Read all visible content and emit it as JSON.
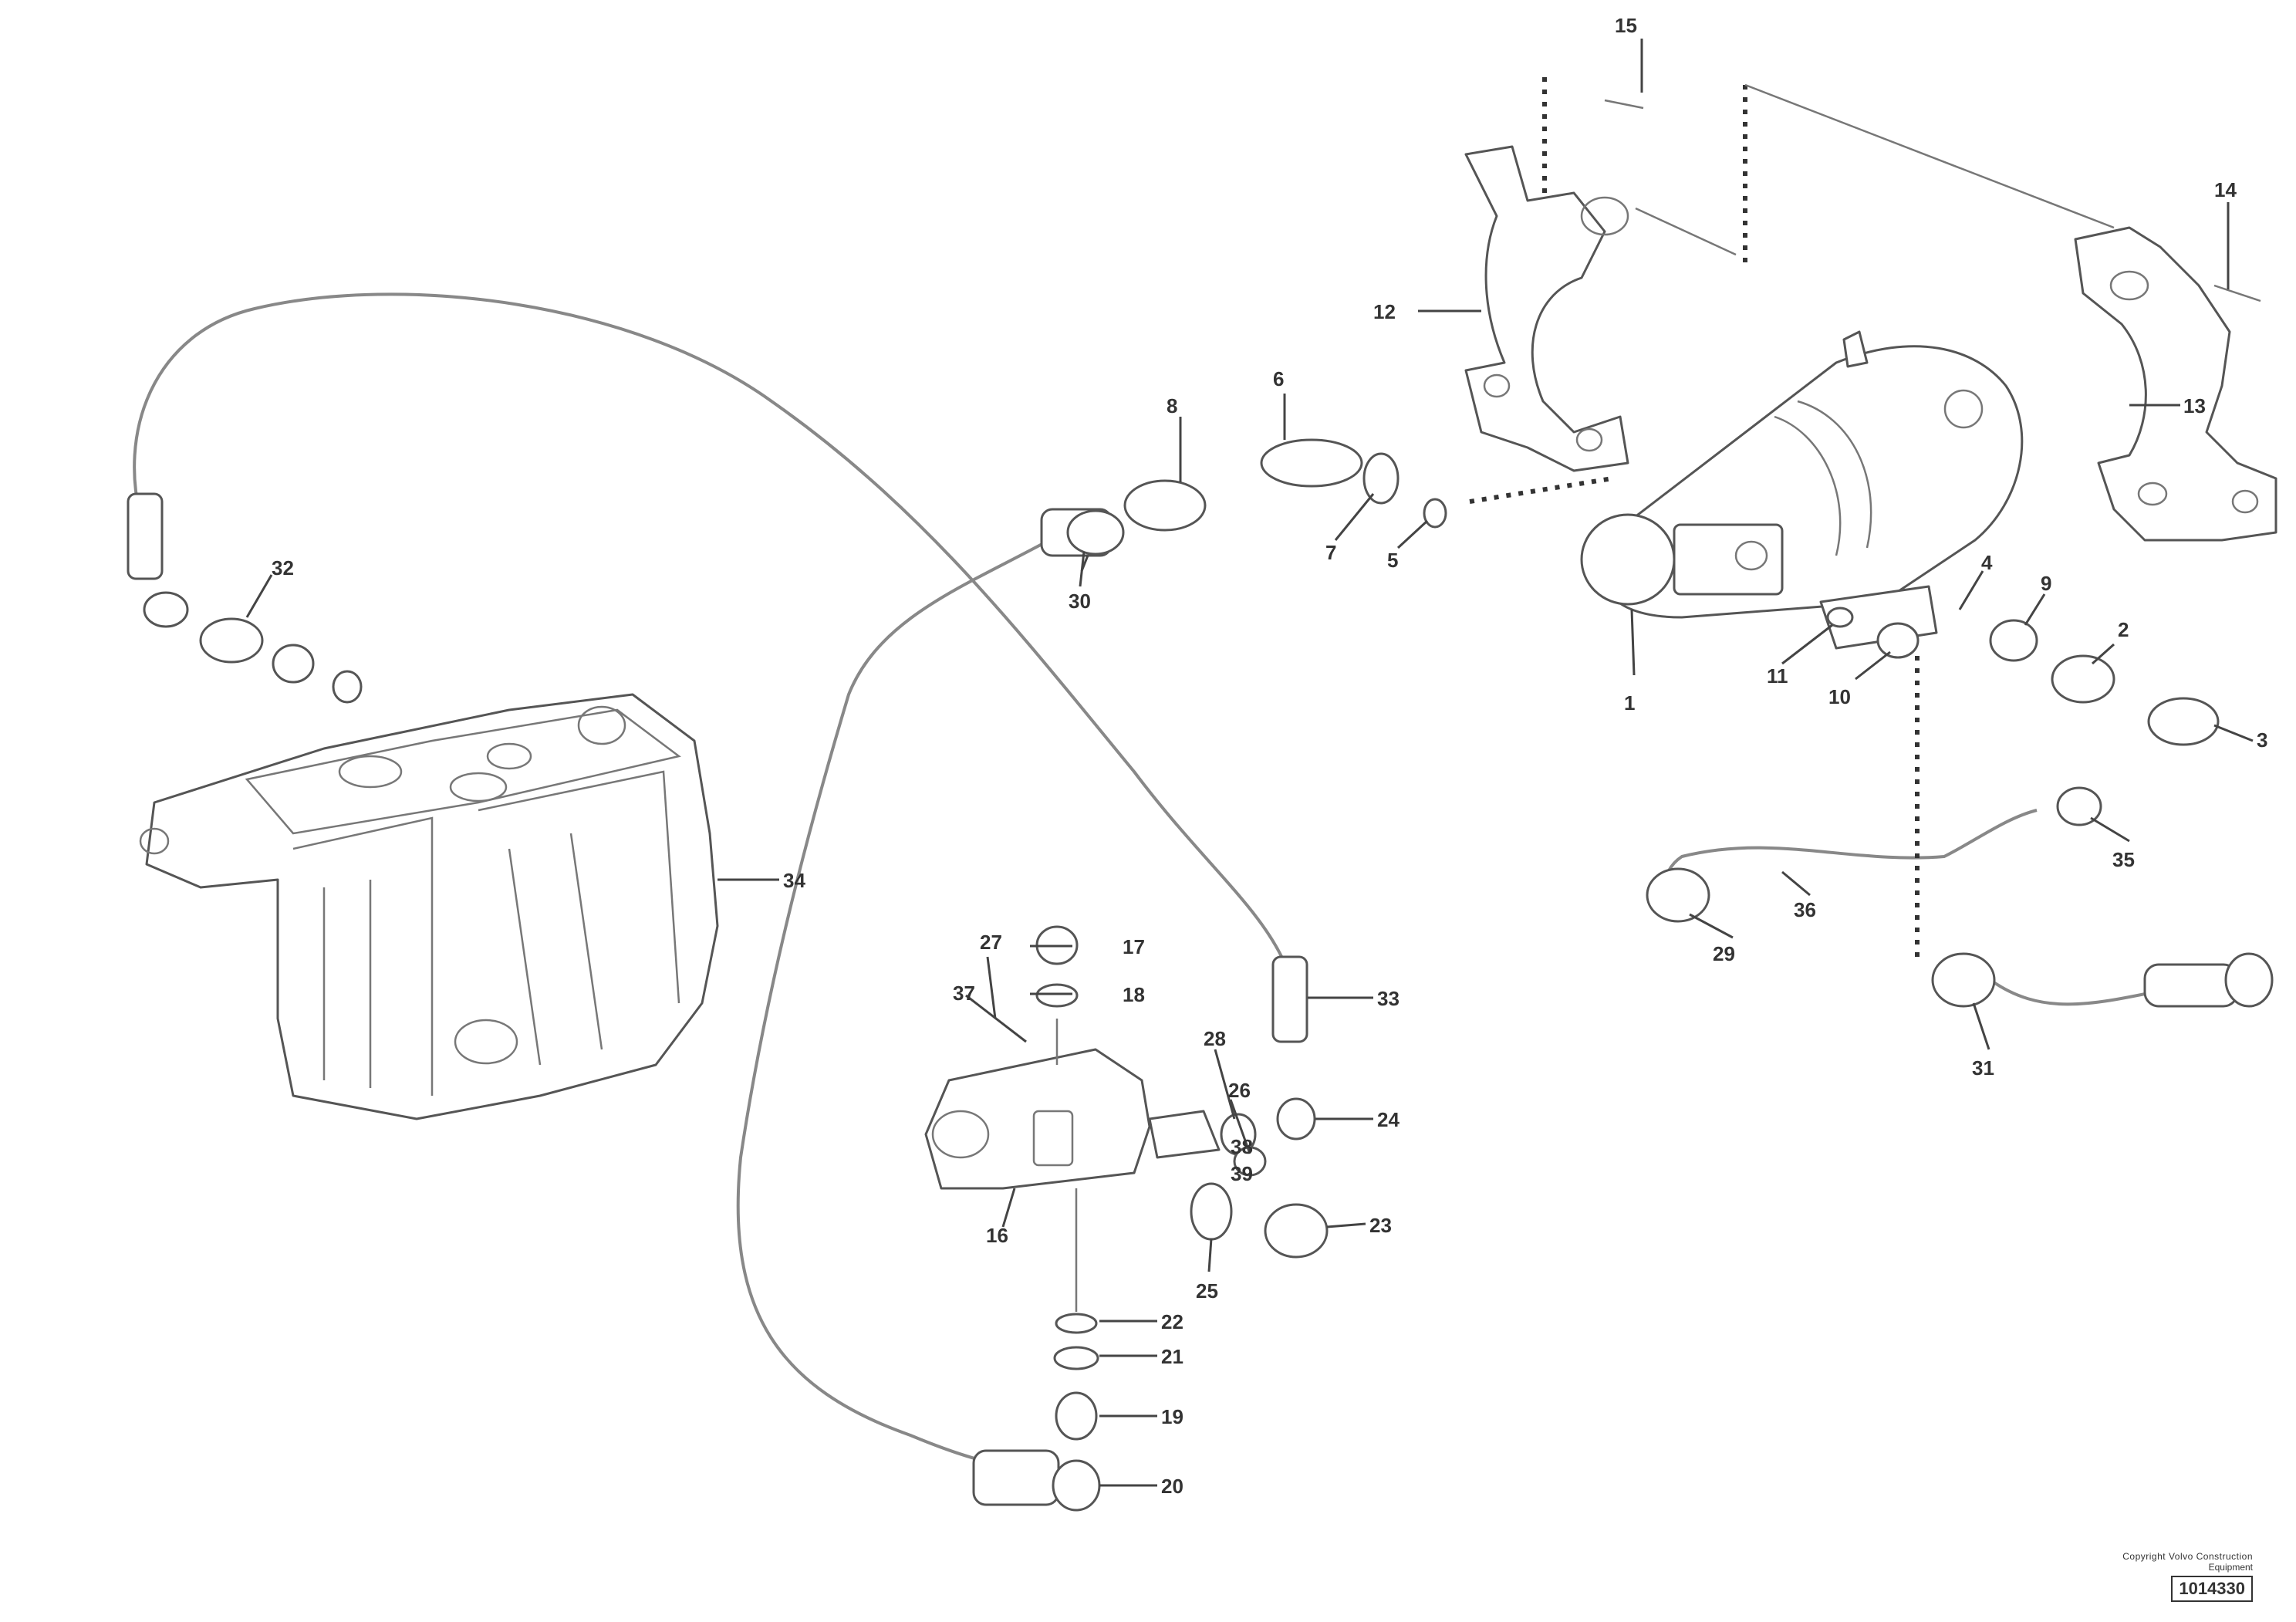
{
  "labels": [
    {
      "id": "c1",
      "text": "1"
    },
    {
      "id": "c2",
      "text": "2"
    },
    {
      "id": "c3",
      "text": "3"
    },
    {
      "id": "c4",
      "text": "4"
    },
    {
      "id": "c5",
      "text": "5"
    },
    {
      "id": "c6",
      "text": "6"
    },
    {
      "id": "c7",
      "text": "7"
    },
    {
      "id": "c8",
      "text": "8"
    },
    {
      "id": "c9",
      "text": "9"
    },
    {
      "id": "c10",
      "text": "10"
    },
    {
      "id": "c11",
      "text": "11"
    },
    {
      "id": "c12",
      "text": "12"
    },
    {
      "id": "c13",
      "text": "13"
    },
    {
      "id": "c14",
      "text": "14"
    },
    {
      "id": "c15",
      "text": "15"
    },
    {
      "id": "c16",
      "text": "16"
    },
    {
      "id": "c17",
      "text": "17"
    },
    {
      "id": "c18",
      "text": "18"
    },
    {
      "id": "c19",
      "text": "19"
    },
    {
      "id": "c20",
      "text": "20"
    },
    {
      "id": "c21",
      "text": "21"
    },
    {
      "id": "c22",
      "text": "22"
    },
    {
      "id": "c23",
      "text": "23"
    },
    {
      "id": "c24",
      "text": "24"
    },
    {
      "id": "c25",
      "text": "25"
    },
    {
      "id": "c26",
      "text": "26"
    },
    {
      "id": "c27",
      "text": "27"
    },
    {
      "id": "c28",
      "text": "28"
    },
    {
      "id": "c29",
      "text": "29"
    },
    {
      "id": "c30",
      "text": "30"
    },
    {
      "id": "c31",
      "text": "31"
    },
    {
      "id": "c32",
      "text": "32"
    },
    {
      "id": "c33",
      "text": "33"
    },
    {
      "id": "c34",
      "text": "34"
    },
    {
      "id": "c35",
      "text": "35"
    },
    {
      "id": "c36",
      "text": "36"
    },
    {
      "id": "c37",
      "text": "37"
    },
    {
      "id": "c38",
      "text": "38"
    },
    {
      "id": "c39",
      "text": "39"
    }
  ],
  "stamp": {
    "line1": "Copyright Volvo Construction",
    "line2": "Equipment",
    "code": "1014330"
  }
}
